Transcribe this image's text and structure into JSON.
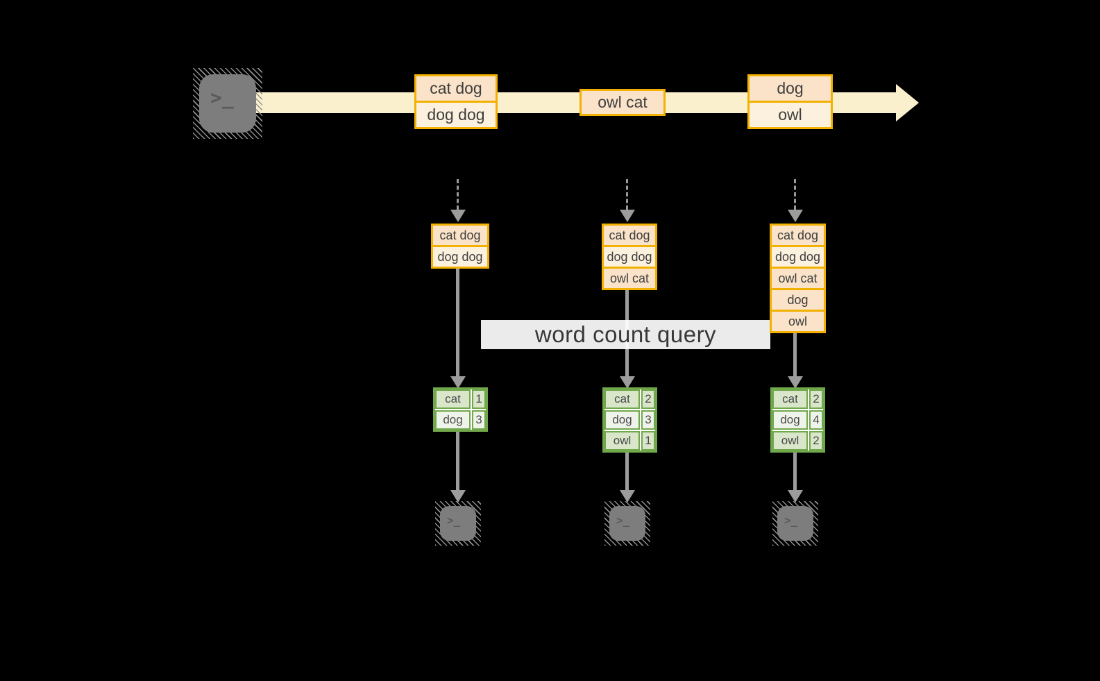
{
  "banner": {
    "label": "word count query"
  },
  "source": {
    "icon": "terminal",
    "glyph": ">_"
  },
  "stream": {
    "event_groups": [
      {
        "rows": [
          "cat dog",
          "dog dog"
        ]
      },
      {
        "rows": [
          "owl cat"
        ]
      },
      {
        "rows": [
          "dog",
          "owl"
        ]
      }
    ]
  },
  "micro_batches": [
    {
      "input_rows": [
        "cat dog",
        "dog dog"
      ],
      "result": [
        [
          "cat",
          "1"
        ],
        [
          "dog",
          "3"
        ]
      ]
    },
    {
      "input_rows": [
        "cat dog",
        "dog dog",
        "owl cat"
      ],
      "result": [
        [
          "cat",
          "2"
        ],
        [
          "dog",
          "3"
        ],
        [
          "owl",
          "1"
        ]
      ]
    },
    {
      "input_rows": [
        "cat dog",
        "dog dog",
        "owl cat",
        "dog",
        "owl"
      ],
      "result": [
        [
          "cat",
          "2"
        ],
        [
          "dog",
          "4"
        ],
        [
          "owl",
          "2"
        ]
      ]
    }
  ],
  "sinks": [
    {
      "icon": "terminal",
      "glyph": ">_"
    },
    {
      "icon": "terminal",
      "glyph": ">_"
    },
    {
      "icon": "terminal",
      "glyph": ">_"
    }
  ],
  "colors": {
    "background": "#000000",
    "stream_band": "#FBF0CD",
    "box_border": "#F2B100",
    "box_fill_dark": "#FAE3C8",
    "box_fill_light": "#FCF1DE",
    "table_border": "#71A84C",
    "table_fill_dark": "#D9E6CA",
    "table_fill_light": "#EFF4EA",
    "arrow_gray": "#9C9C9C",
    "terminal_gray": "#7D7D7D",
    "banner_bg": "#FFFFFF"
  }
}
